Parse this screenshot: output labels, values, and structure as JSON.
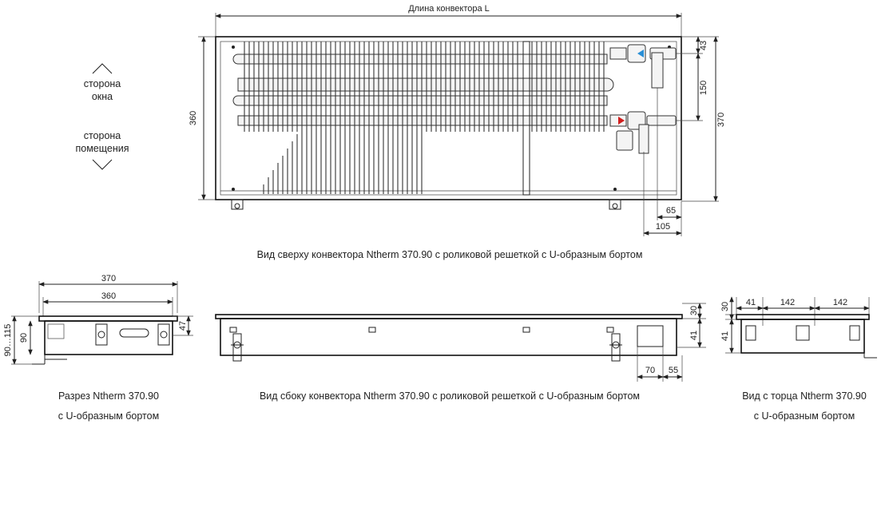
{
  "top_view": {
    "caption": "Вид сверху конвектора Ntherm 370.90 с роликовой решеткой с U-образным бортом",
    "length_label": "Длина конвектора L",
    "dims": {
      "width": "360",
      "depth_total": "370",
      "d43": "43",
      "d150": "150",
      "d65": "65",
      "d105": "105"
    }
  },
  "orientation": {
    "window_side": [
      "сторона",
      "окна"
    ],
    "room_side": [
      "сторона",
      "помещения"
    ]
  },
  "section_view": {
    "caption": [
      "Разрез Ntherm 370.90",
      "с U-образным бортом"
    ],
    "dims": {
      "w370": "370",
      "w360": "360",
      "h90_115": "90…115",
      "h90": "90",
      "h47": "47"
    }
  },
  "side_view": {
    "caption": "Вид сбоку конвектора Ntherm 370.90 с роликовой решеткой с U-образным бортом",
    "dims": {
      "h30": "30",
      "h41": "41",
      "w70": "70",
      "w55": "55"
    }
  },
  "end_view": {
    "caption": [
      "Вид с торца Ntherm 370.90",
      "с U-образным бортом"
    ],
    "dims": {
      "h30": "30",
      "h41": "41",
      "d41": "41",
      "d142a": "142",
      "d142b": "142"
    }
  },
  "colors": {
    "line": "#222222",
    "supply_arrow": "#d21e1e",
    "return_arrow": "#2a8fd6"
  }
}
